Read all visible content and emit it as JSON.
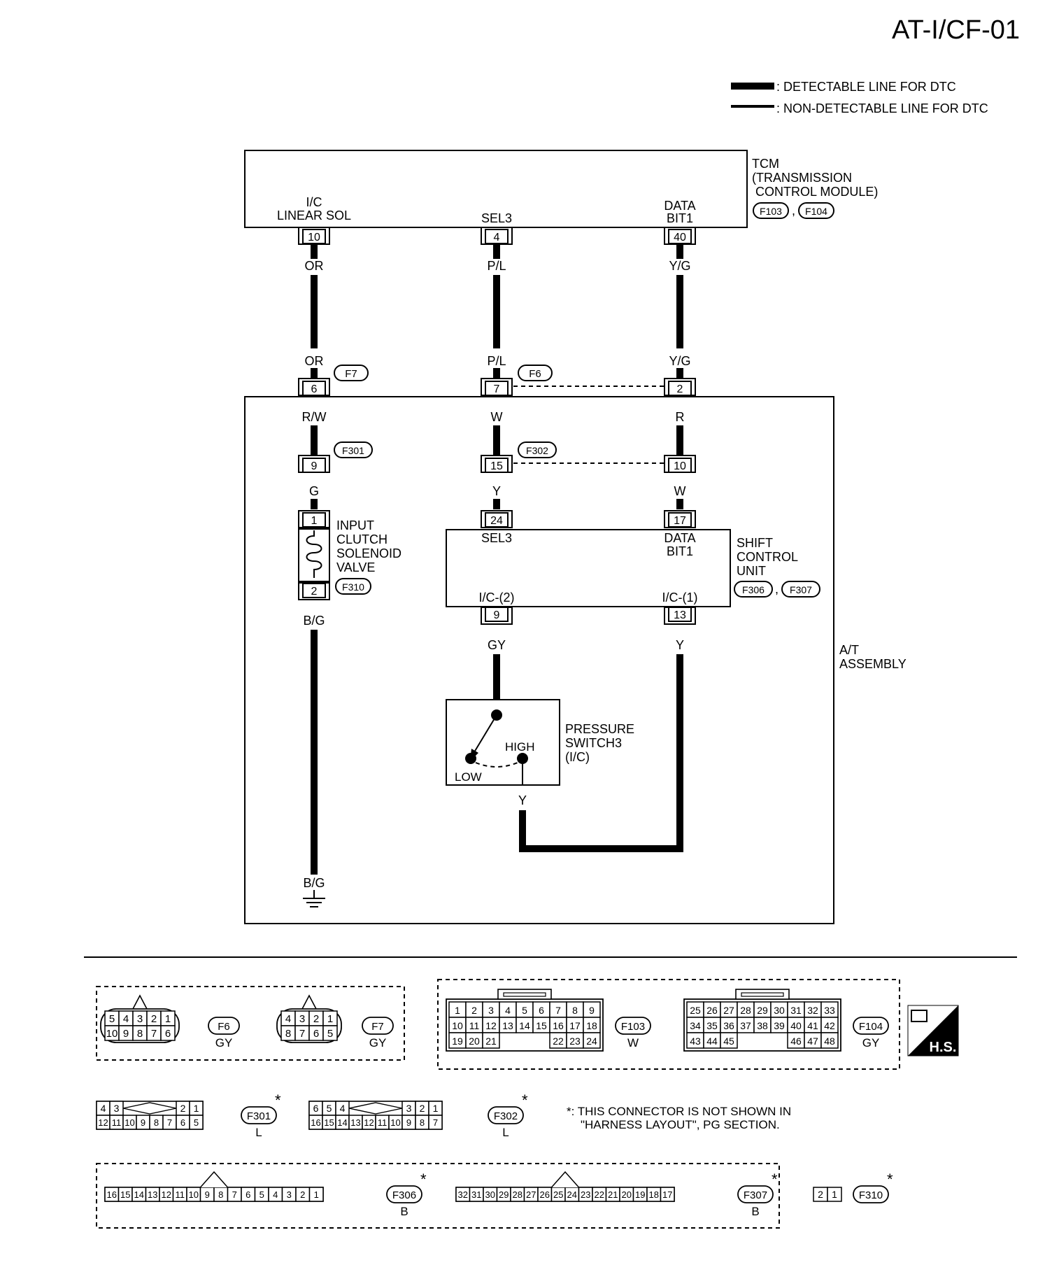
{
  "page_code": "AT-I/CF-01",
  "legend": {
    "detectable": ": DETECTABLE LINE FOR DTC",
    "non_detectable": ": NON-DETECTABLE LINE FOR DTC"
  },
  "tcm": {
    "line1": "TCM",
    "line2": "(TRANSMISSION",
    "line3": "CONTROL  MODULE)",
    "connectors": [
      "F103",
      "F104"
    ],
    "pins": [
      {
        "label1": "I/C",
        "label2": "LINEAR SOL",
        "pin": "10",
        "wire": "OR"
      },
      {
        "label1": "",
        "label2": "SEL3",
        "pin": "4",
        "wire": "P/L"
      },
      {
        "label1": "DATA",
        "label2": "BIT1",
        "pin": "40",
        "wire": "Y/G"
      }
    ]
  },
  "harness": {
    "f7": {
      "name": "F7",
      "pin": "6",
      "wire_in": "OR",
      "wire_out": "R/W"
    },
    "f6": {
      "name": "F6",
      "pin7": "7",
      "pin2": "2",
      "wire_in7": "P/L",
      "wire_in2": "Y/G",
      "wire_out7": "W",
      "wire_out2": "R"
    },
    "f301": {
      "name": "F301",
      "pin": "9",
      "wire_out": "G"
    },
    "f302": {
      "name": "F302",
      "pin15": "15",
      "pin10": "10",
      "wire_out15": "Y",
      "wire_out10": "W"
    }
  },
  "solenoid": {
    "pin1": "1",
    "pin2": "2",
    "line1": "INPUT",
    "line2": "CLUTCH",
    "line3": "SOLENOID",
    "line4": "VALVE",
    "connector": "F310",
    "wire_out": "B/G",
    "ground_wire": "B/G"
  },
  "shift_control": {
    "pin_sel3": "24",
    "pin_data": "17",
    "pin_ic2": "9",
    "pin_ic1": "13",
    "label_sel3": "SEL3",
    "label_data1": "DATA",
    "label_data2": "BIT1",
    "label_ic2": "I/C-(2)",
    "label_ic1": "I/C-(1)",
    "line1": "SHIFT",
    "line2": "CONTROL",
    "line3": "UNIT",
    "connectors": [
      "F306",
      "F307"
    ],
    "wire_9": "GY",
    "wire_13": "Y"
  },
  "pressure_switch": {
    "line1": "PRESSURE",
    "line2": "SWITCH3",
    "line3": "(I/C)",
    "high": "HIGH",
    "low": "LOW",
    "wire": "Y"
  },
  "at_assembly": {
    "line1": "A/T",
    "line2": "ASSEMBLY"
  },
  "connector_views": {
    "f6": {
      "name": "F6",
      "color": "GY",
      "top": [
        "5",
        "4",
        "3",
        "2",
        "1"
      ],
      "bottom": [
        "10",
        "9",
        "8",
        "7",
        "6"
      ]
    },
    "f7": {
      "name": "F7",
      "color": "GY",
      "top": [
        "4",
        "3",
        "2",
        "1"
      ],
      "bottom": [
        "8",
        "7",
        "6",
        "5"
      ]
    },
    "f103": {
      "name": "F103",
      "color": "W",
      "row1": [
        "1",
        "2",
        "3",
        "4",
        "5",
        "6",
        "7",
        "8",
        "9"
      ],
      "row2": [
        "10",
        "11",
        "12",
        "13",
        "14",
        "15",
        "16",
        "17",
        "18"
      ],
      "row3a": [
        "19",
        "20",
        "21"
      ],
      "row3b": [
        "22",
        "23",
        "24"
      ]
    },
    "f104": {
      "name": "F104",
      "color": "GY",
      "row1": [
        "25",
        "26",
        "27",
        "28",
        "29",
        "30",
        "31",
        "32",
        "33"
      ],
      "row2": [
        "34",
        "35",
        "36",
        "37",
        "38",
        "39",
        "40",
        "41",
        "42"
      ],
      "row3a": [
        "43",
        "44",
        "45"
      ],
      "row3b": [
        "46",
        "47",
        "48"
      ]
    },
    "hs": "H.S.",
    "f301": {
      "name": "F301",
      "color": "L",
      "top_left": [
        "4",
        "3"
      ],
      "top_right": [
        "2",
        "1"
      ],
      "bottom": [
        "12",
        "11",
        "10",
        "9",
        "8",
        "7",
        "6",
        "5"
      ]
    },
    "f302": {
      "name": "F302",
      "color": "L",
      "top_left": [
        "6",
        "5",
        "4"
      ],
      "top_right": [
        "3",
        "2",
        "1"
      ],
      "bottom": [
        "16",
        "15",
        "14",
        "13",
        "12",
        "11",
        "10",
        "9",
        "8",
        "7"
      ]
    },
    "f306": {
      "name": "F306",
      "color": "B",
      "row": [
        "16",
        "15",
        "14",
        "13",
        "12",
        "11",
        "10",
        "9",
        "8",
        "7",
        "6",
        "5",
        "4",
        "3",
        "2",
        "1"
      ]
    },
    "f307": {
      "name": "F307",
      "color": "B",
      "row": [
        "32",
        "31",
        "30",
        "29",
        "28",
        "27",
        "26",
        "25",
        "24",
        "23",
        "22",
        "21",
        "20",
        "19",
        "18",
        "17"
      ]
    },
    "f310": {
      "name": "F310",
      "row": [
        "2",
        "1"
      ]
    },
    "star": "*",
    "note1": "*: THIS CONNECTOR IS NOT SHOWN IN",
    "note2": "\"HARNESS LAYOUT\", PG SECTION."
  }
}
